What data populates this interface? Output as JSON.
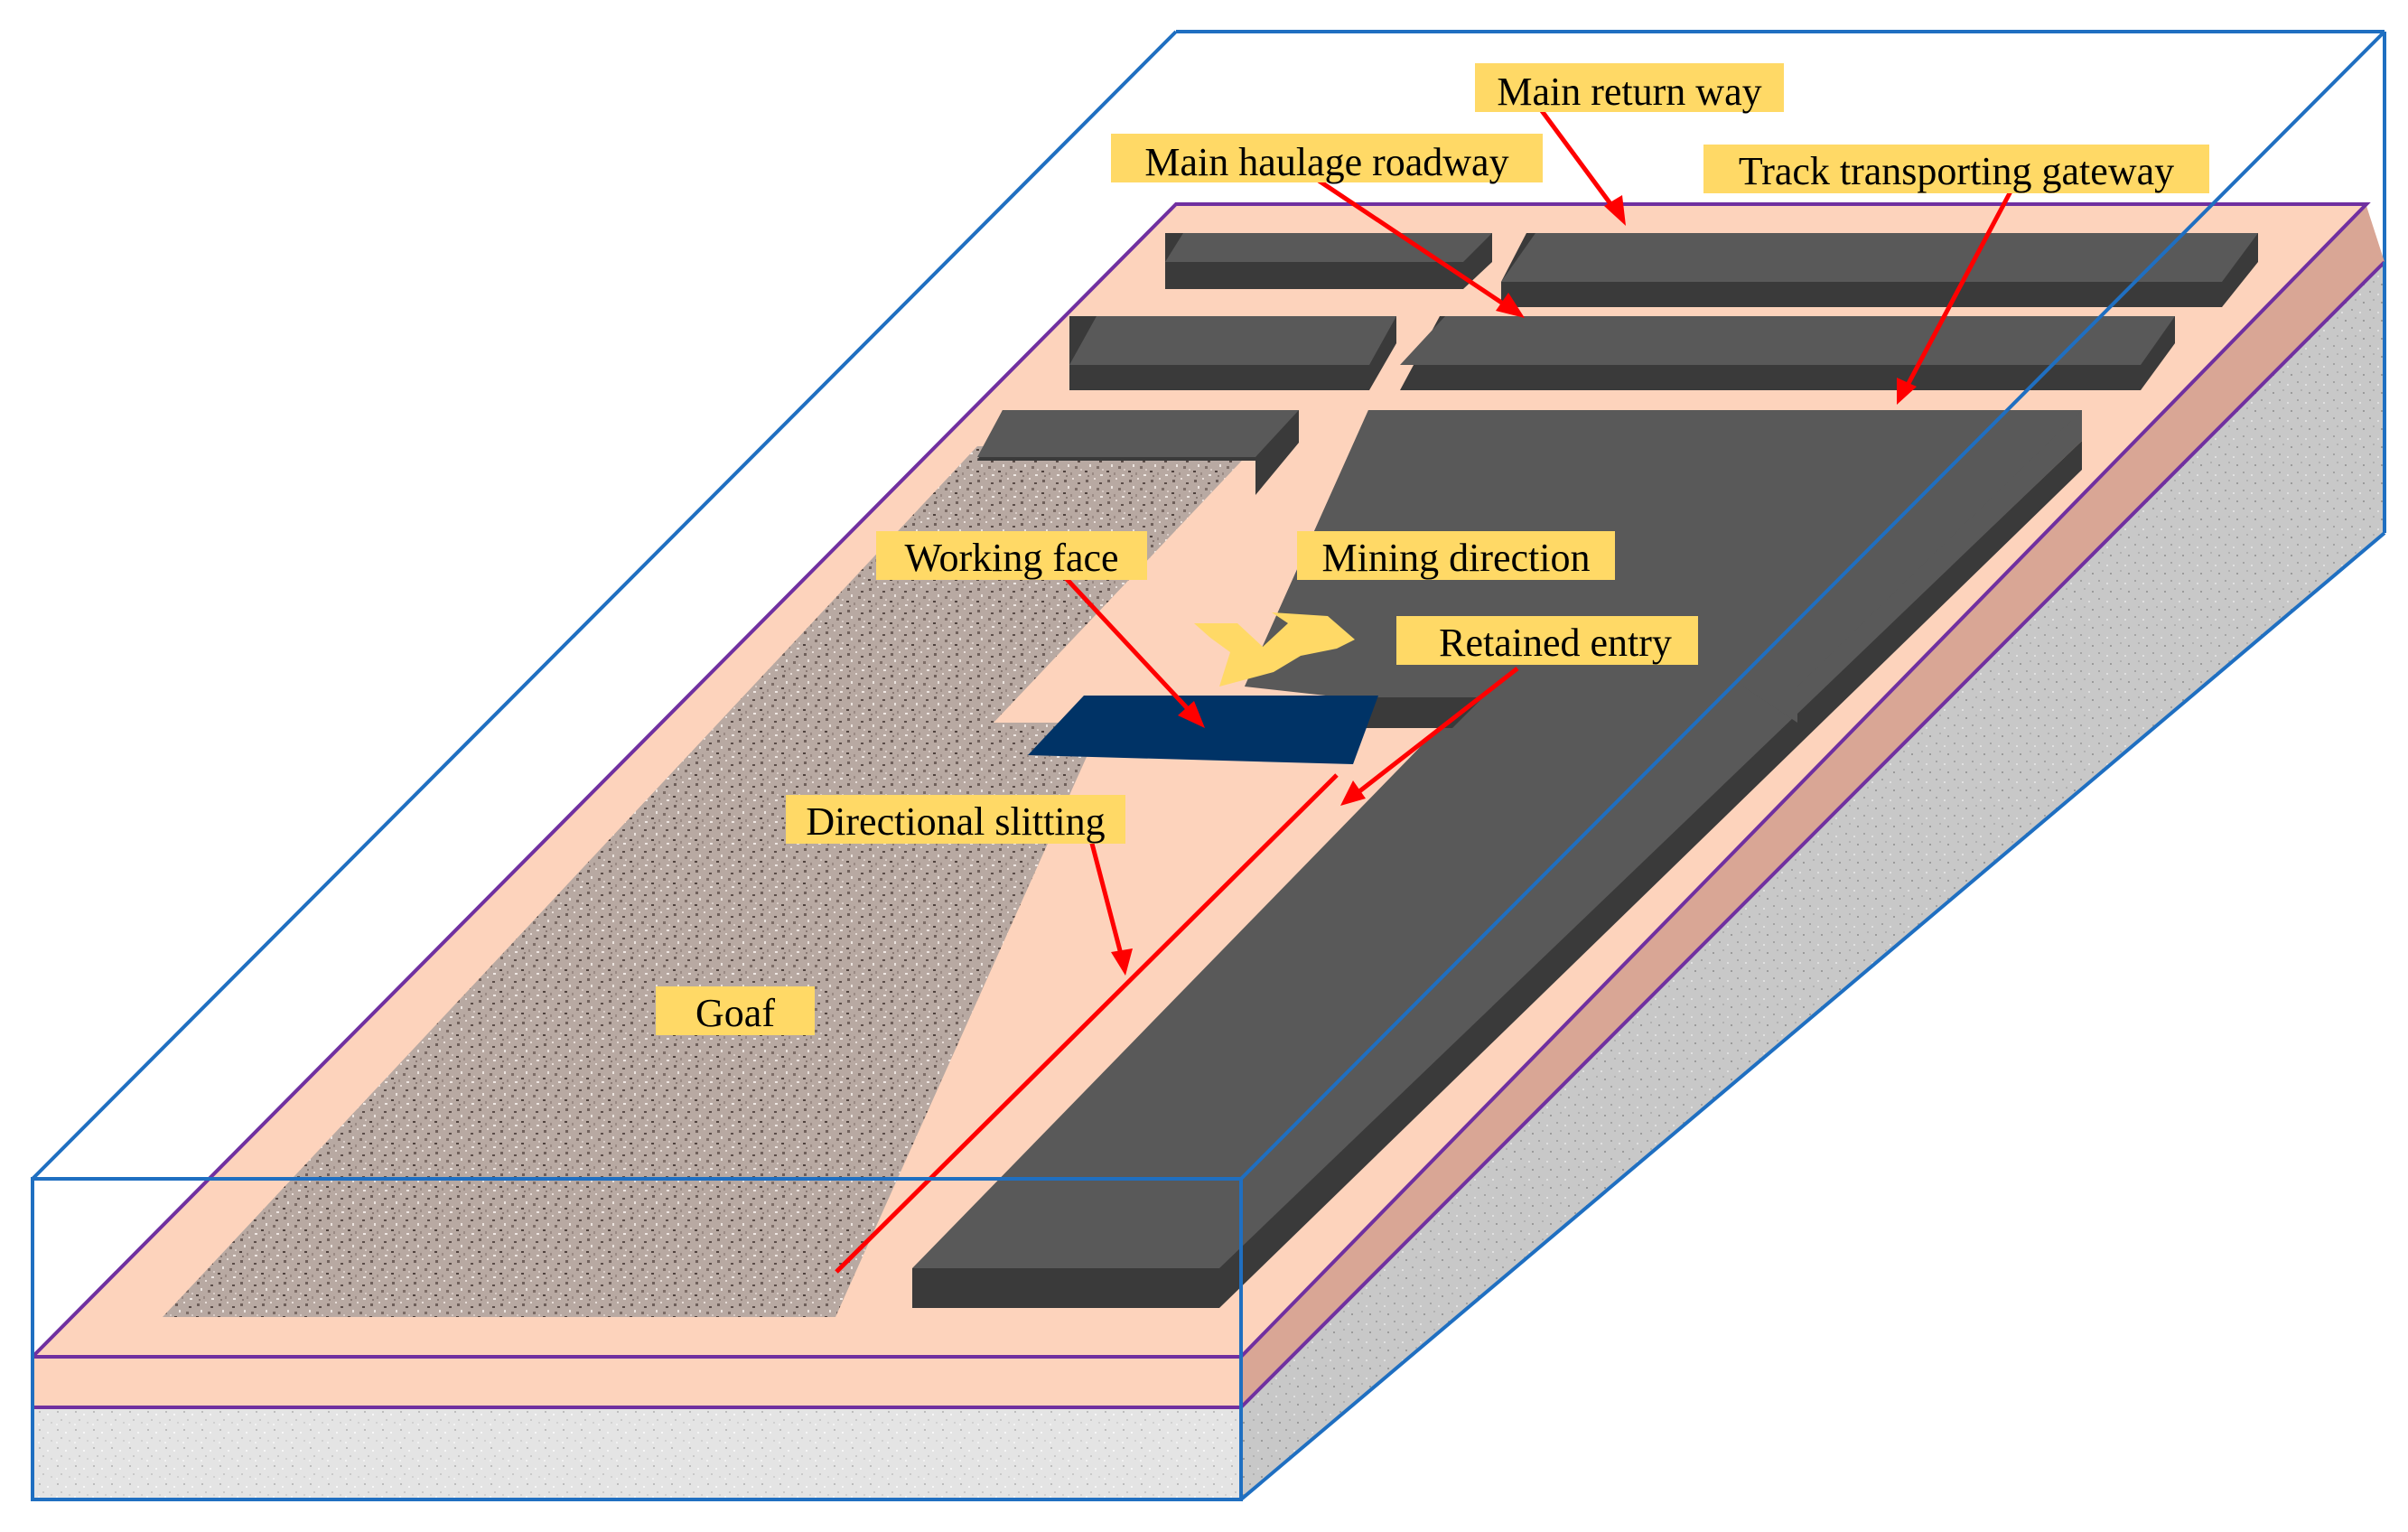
{
  "labels": {
    "main_return_way": "Main return way",
    "main_haulage_roadway": "Main haulage roadway",
    "track_transporting_gateway": "Track transporting gateway",
    "working_face": "Working face",
    "mining_direction": "Mining direction",
    "retained_entry": "Retained entry",
    "directional_slitting": "Directional slitting",
    "goaf": "Goaf"
  },
  "colors": {
    "label_background": "#ffd966",
    "coal_seam": "#fdd3bc",
    "roadway": "#595959",
    "roadway_side": "#3a3a3a",
    "working_face": "#003366",
    "outline_blue": "#1f6fc1",
    "outline_purple": "#7030a0",
    "arrow_red": "#ff0000",
    "mining_arrow": "#ffd966"
  }
}
